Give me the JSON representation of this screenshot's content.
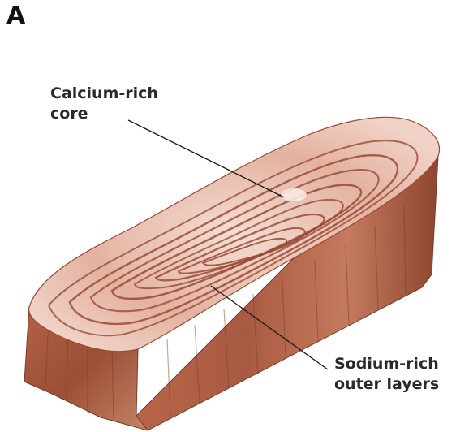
{
  "figure": {
    "panel_letter": "A"
  },
  "labels": {
    "core": {
      "line1": "Calcium-rich",
      "line2": "core"
    },
    "outer": {
      "line1": "Sodium-rich",
      "line2": "outer layers"
    }
  },
  "colors": {
    "top_face": "#e6b8a8",
    "ring_dark": "#9a4a36",
    "ring_light": "#f3dcd2",
    "side_face": "#a85a40",
    "side_dark": "#7c3a28",
    "leader_line": "#1a1a1a"
  }
}
